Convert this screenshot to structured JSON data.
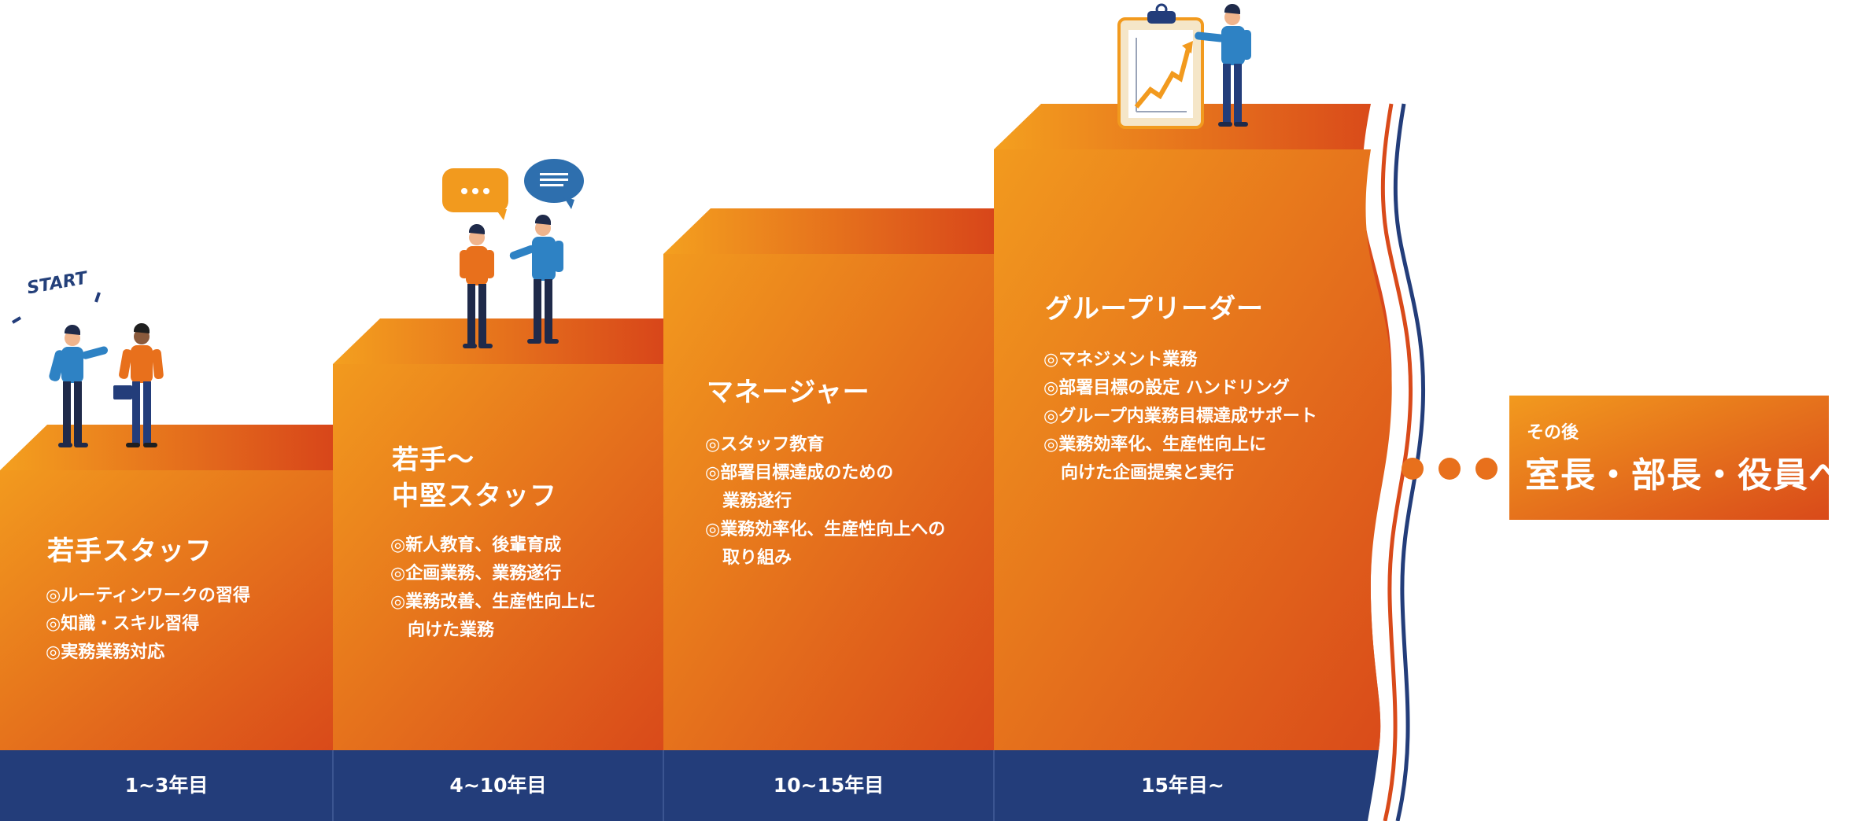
{
  "start_label": "START",
  "steps": [
    {
      "title": "若手スタッフ",
      "items": [
        "◎ルーティンワークの習得",
        "◎知識・スキル習得",
        "◎実務業務対応"
      ],
      "years": "1~3年目"
    },
    {
      "title": "若手～\n中堅スタッフ",
      "items": [
        "◎新人教育、後輩育成",
        "◎企画業務、業務遂行",
        "◎業務改善、生産性向上に\n　向けた業務"
      ],
      "years": "4~10年目"
    },
    {
      "title": "マネージャー",
      "items": [
        "◎スタッフ教育",
        "◎部署目標達成のための\n　業務遂行",
        "◎業務効率化、生産性向上への\n　取り組み"
      ],
      "years": "10~15年目"
    },
    {
      "title": "グループリーダー",
      "items": [
        "◎マネジメント業務",
        "◎部署目標の設定 ハンドリング",
        "◎グループ内業務目標達成サポート",
        "◎業務効率化、生産性向上に\n　向けた企画提案と実行"
      ],
      "years": "15年目~"
    }
  ],
  "final": {
    "sub": "その後",
    "main": "室長・部長・役員へ"
  },
  "colors": {
    "orange_light": "#f29a1e",
    "orange_dark": "#d94a1a",
    "navy": "#233d7a",
    "blue_shirt": "#2e82c4",
    "white": "#ffffff"
  }
}
